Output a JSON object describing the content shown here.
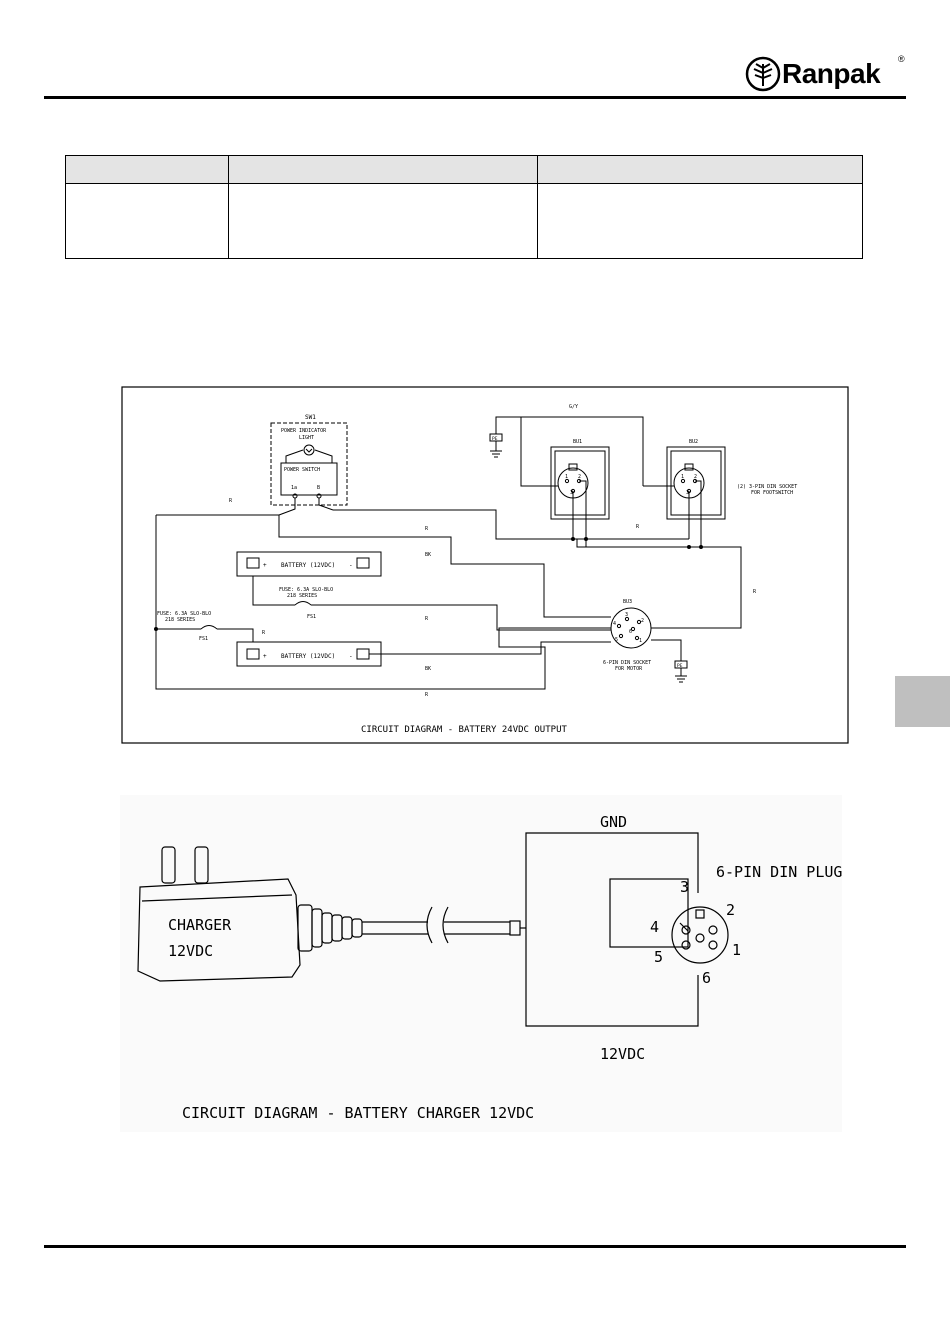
{
  "brand": {
    "name": "Ranpak",
    "registered": "®"
  },
  "header_table": {
    "columns": 3,
    "rows": 2
  },
  "diagram1": {
    "caption": "CIRCUIT DIAGRAM - BATTERY 24VDC OUTPUT",
    "sw1": "SW1",
    "power_indicator": "POWER INDICATOR",
    "light": "LIGHT",
    "power_switch": "POWER SWITCH",
    "sw_pin_1a": "1a",
    "sw_pin_b": "B",
    "battery_upper": "BATTERY (12VDC)",
    "battery_lower": "BATTERY (12VDC)",
    "plus": "+",
    "minus": "-",
    "fuse_inner_1": "FUSE: 6.3A SLO-BLO",
    "fuse_inner_2": "218 SERIES",
    "fuse_inner_id": "FS1",
    "fuse_outer_1": "FUSE: 6.3A SLO-BLO",
    "fuse_outer_2": "218 SERIES",
    "fuse_outer_id": "FS1",
    "wire_r": "R",
    "wire_bk": "BK",
    "wire_gy": "G/Y",
    "pe": "PE",
    "bu1": "BU1",
    "bu2": "BU2",
    "bu3": "BU3",
    "din3_1": "(2) 3-PIN DIN SOCKET",
    "din3_2": "FOR FOOTSWITCH",
    "din6_1": "6-PIN DIN SOCKET",
    "din6_2": "FOR MOTOR",
    "pin1": "1",
    "pin2": "2",
    "pin3": "3",
    "pin4": "4",
    "pin5": "5",
    "pin6": "6"
  },
  "diagram2": {
    "caption": "CIRCUIT DIAGRAM - BATTERY CHARGER 12VDC",
    "charger_line1": "CHARGER",
    "charger_line2": "12VDC",
    "gnd": "GND",
    "plug": "6-PIN DIN PLUG",
    "v12": "12VDC",
    "p1": "1",
    "p2": "2",
    "p3": "3",
    "p4": "4",
    "p5": "5",
    "p6": "6"
  }
}
